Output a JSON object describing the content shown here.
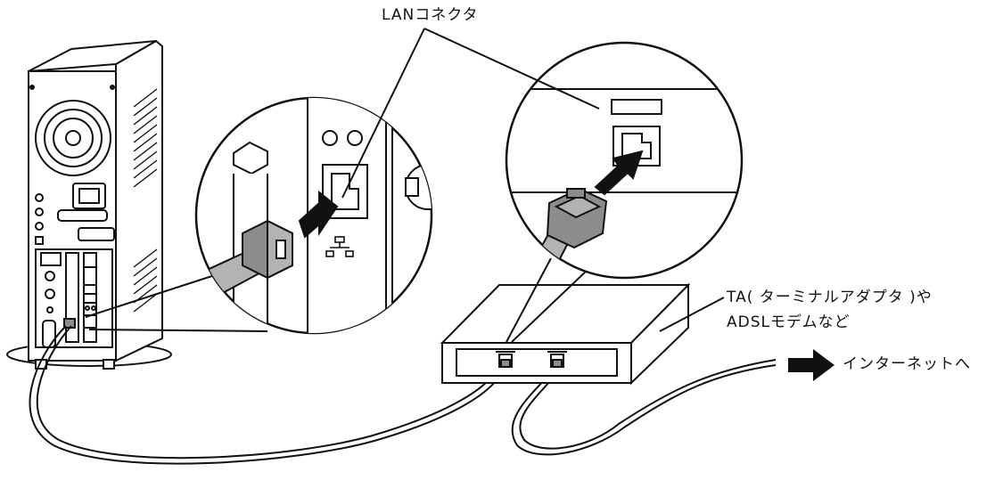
{
  "labels": {
    "lan_connector": "LANコネクタ",
    "ta_line1": "TA( ターミナルアダプタ )や",
    "ta_line2": "ADSLモデムなど",
    "to_internet": "インターネットへ"
  },
  "colors": {
    "line": "#111111",
    "cable_fill": "#b3b3b3",
    "connector_fill": "#8c8c8c",
    "arrow": "#111111",
    "panel": "#ffffff"
  },
  "icons": [
    "pc-tower-icon",
    "lan-port-icon",
    "modem-icon",
    "arrow-right-icon",
    "network-symbol-icon"
  ]
}
